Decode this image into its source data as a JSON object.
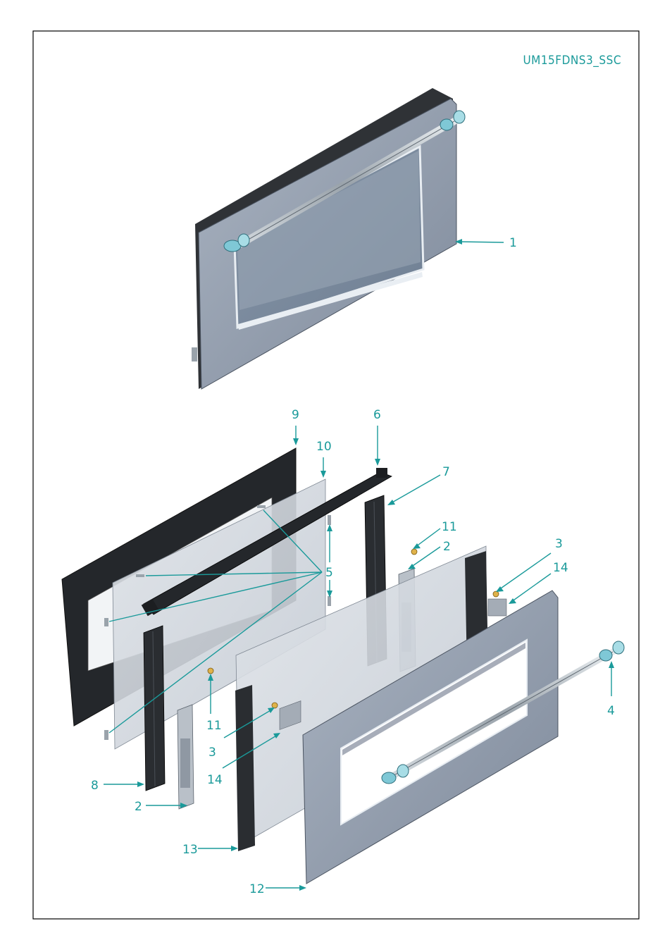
{
  "diagram": {
    "model_code": "UM15FDNS3_SSC",
    "callouts": [
      {
        "id": "c1",
        "label": "1"
      },
      {
        "id": "c9",
        "label": "9"
      },
      {
        "id": "c6",
        "label": "6"
      },
      {
        "id": "c10",
        "label": "10"
      },
      {
        "id": "c7",
        "label": "7"
      },
      {
        "id": "c11a",
        "label": "11"
      },
      {
        "id": "c2a",
        "label": "2"
      },
      {
        "id": "c3a",
        "label": "3"
      },
      {
        "id": "c14a",
        "label": "14"
      },
      {
        "id": "c5",
        "label": "5"
      },
      {
        "id": "c11b",
        "label": "11"
      },
      {
        "id": "c3b",
        "label": "3"
      },
      {
        "id": "c14b",
        "label": "14"
      },
      {
        "id": "c4",
        "label": "4"
      },
      {
        "id": "c8",
        "label": "8"
      },
      {
        "id": "c2b",
        "label": "2"
      },
      {
        "id": "c13",
        "label": "13"
      },
      {
        "id": "c12",
        "label": "12"
      }
    ]
  },
  "colors": {
    "accent": "#1a9a9a",
    "frame": "#000000",
    "panel": "#8e9aac",
    "glass": "#c9d0d8",
    "dark_part": "#2a2d31"
  }
}
